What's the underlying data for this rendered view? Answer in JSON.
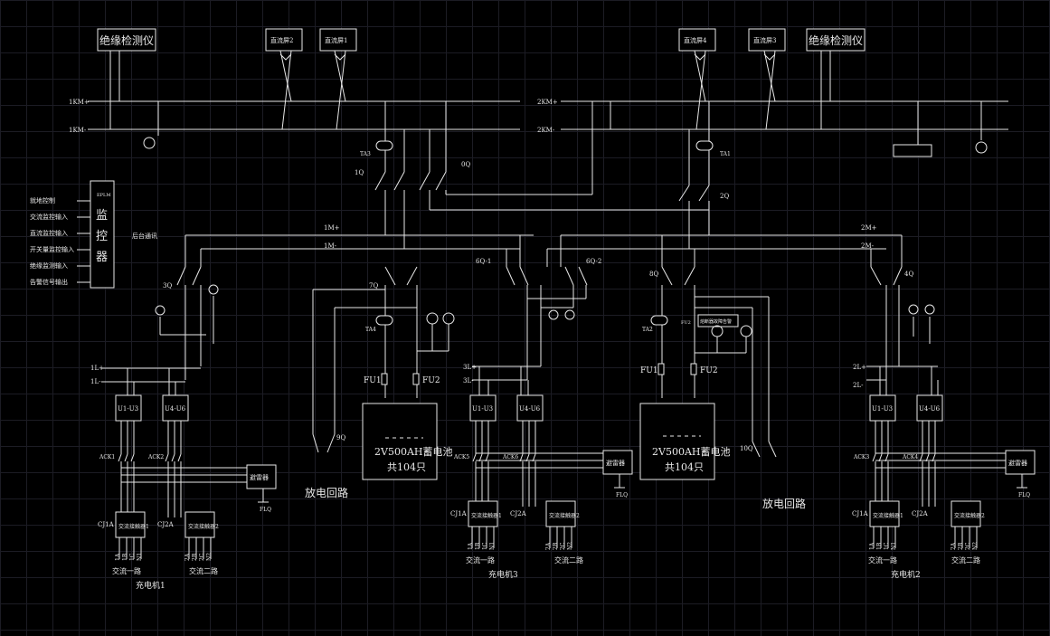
{
  "colors": {
    "background": "#000000",
    "grid": "#1c1c24",
    "lines": "#e8e8e8"
  },
  "top": {
    "insulation_left": "绝缘检测仪",
    "insulation_right": "绝缘检测仪",
    "dc_screen_left_a": "直流屏2",
    "dc_screen_left_b": "直流屏1",
    "dc_screen_right_a": "直流屏4",
    "dc_screen_right_b": "直流屏3"
  },
  "bus": {
    "kmp1": "1KM+",
    "kmm1": "1KM-",
    "kmp2": "2KM+",
    "kmm2": "2KM-",
    "mp1": "1M+",
    "mm1": "1M-",
    "mp2": "2M+",
    "mm2": "2M-",
    "lp1": "1L+",
    "lm1": "1L-",
    "lp3": "3L+",
    "lm3": "3L-",
    "lp2": "2L+",
    "lm2": "2L-"
  },
  "switches": {
    "q1": "1Q",
    "q0": "0Q",
    "q2": "2Q",
    "q3": "3Q",
    "q4": "4Q",
    "q7": "7Q",
    "q8": "8Q",
    "q9": "9Q",
    "q10": "10Q",
    "q6a": "6Q-1",
    "q6b": "6Q-2"
  },
  "meters": {
    "ta1": "TA1",
    "ta2": "TA2",
    "ta3": "TA3",
    "ta4": "TA4"
  },
  "monitor": {
    "title": "监 控 器",
    "tag": "EPLM",
    "inputs": [
      "就地控制",
      "交流监控输入",
      "直流监控输入",
      "开关量监控输入",
      "绝缘监测输入",
      "告警信号输出"
    ],
    "backend": "后台通讯"
  },
  "battery": {
    "left_fuse1": "FU1",
    "left_fuse2": "FU2",
    "right_fuse1": "FU1",
    "right_fuse2": "FU2",
    "left_name": "2V500AH蓄电池",
    "left_count": "共104只",
    "right_name": "2V500AH蓄电池",
    "right_count": "共104只",
    "fuse_alarm": "熔断器故障告警",
    "fu2_tag": "FU2"
  },
  "discharge": {
    "left": "放电回路",
    "right": "放电回路"
  },
  "chargers": [
    {
      "mod1": "U1-U3",
      "mod2": "U4-U6",
      "ac1": "ACK1",
      "ac2": "ACK2",
      "arrester": "避雷器",
      "flq": "FLQ",
      "contactor1": "交流接触器1",
      "contactor2": "交流接触器2",
      "cja": "CJ1A",
      "cjb": "CJ2A",
      "route1": "交流一路",
      "route2": "交流二路",
      "name": "充电机1"
    },
    {
      "mod1": "U1-U3",
      "mod2": "U4-U6",
      "ac1": "ACK5",
      "ac2": "ACK6",
      "arrester": "避雷器",
      "flq": "FLQ",
      "contactor1": "交流接触器1",
      "contactor2": "交流接触器2",
      "cja": "CJ1A",
      "cjb": "CJ2A",
      "route1": "交流一路",
      "route2": "交流二路",
      "name": "充电机3"
    },
    {
      "mod1": "U1-U3",
      "mod2": "U4-U6",
      "ac1": "ACK3",
      "ac2": "ACK4",
      "arrester": "避雷器",
      "flq": "FLQ",
      "contactor1": "交流接触器1",
      "contactor2": "交流接触器2",
      "cja": "CJ1A",
      "cjb": "CJ2A",
      "route1": "交流一路",
      "route2": "交流二路",
      "name": "充电机2"
    }
  ],
  "phases": {
    "p1": [
      "1A",
      "1B",
      "1C",
      "N1"
    ],
    "p2": [
      "2A",
      "2B",
      "2C",
      "N2"
    ]
  }
}
